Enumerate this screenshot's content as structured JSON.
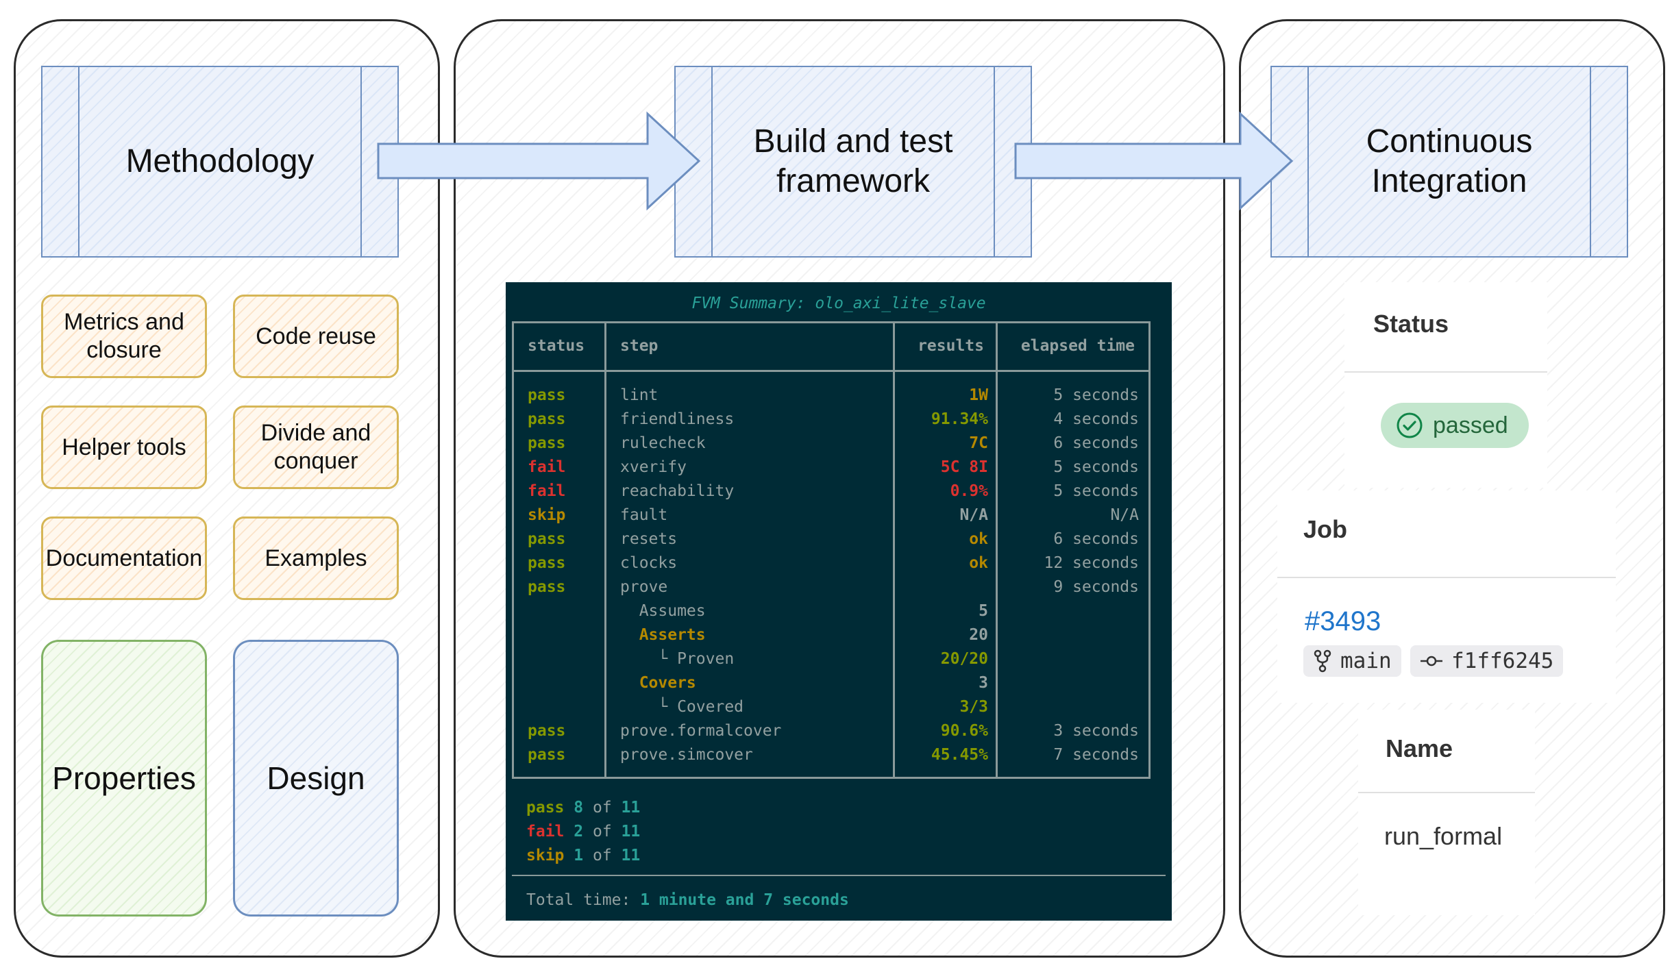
{
  "stages": {
    "methodology": "Methodology",
    "build": "Build and test framework",
    "ci": "Continuous Integration"
  },
  "methodology_items": {
    "metrics": "Metrics and closure",
    "reuse": "Code reuse",
    "helper": "Helper tools",
    "divide": "Divide and conquer",
    "docs": "Documentation",
    "examples": "Examples",
    "properties": "Properties",
    "design": "Design"
  },
  "terminal": {
    "title": "FVM Summary: olo_axi_lite_slave",
    "headers": {
      "status": "status",
      "step": "step",
      "results": "results",
      "elapsed": "elapsed time"
    },
    "rows": [
      {
        "status": "pass",
        "step": "lint",
        "result": "1W",
        "result_color": "skip",
        "time": "5 seconds"
      },
      {
        "status": "pass",
        "step": "friendliness",
        "result": "91.34%",
        "result_color": "pass",
        "time": "4 seconds"
      },
      {
        "status": "pass",
        "step": "rulecheck",
        "result": "7C",
        "result_color": "skip",
        "time": "6 seconds"
      },
      {
        "status": "fail",
        "step": "xverify",
        "result": "5C 8I",
        "result_color": "fail",
        "time": "5 seconds"
      },
      {
        "status": "fail",
        "step": "reachability",
        "result": "0.9%",
        "result_color": "fail",
        "time": "5 seconds"
      },
      {
        "status": "skip",
        "step": "fault",
        "result": "N/A",
        "result_color": "plain",
        "time": "N/A"
      },
      {
        "status": "pass",
        "step": "resets",
        "result": "ok",
        "result_color": "skip",
        "time": "6 seconds"
      },
      {
        "status": "pass",
        "step": "clocks",
        "result": "ok",
        "result_color": "skip",
        "time": "12 seconds"
      },
      {
        "status": "pass",
        "step": "prove",
        "result": "",
        "result_color": "plain",
        "time": "9 seconds"
      },
      {
        "status": "",
        "step": "  Assumes",
        "result": "5",
        "result_color": "plain",
        "time": ""
      },
      {
        "status": "",
        "step": "  Asserts",
        "step_color": "skip",
        "result": "20",
        "result_color": "plain",
        "time": ""
      },
      {
        "status": "",
        "step": "    └ Proven",
        "result": "20/20",
        "result_color": "pass",
        "time": ""
      },
      {
        "status": "",
        "step": "  Covers",
        "step_color": "skip",
        "result": "3",
        "result_color": "plain",
        "time": ""
      },
      {
        "status": "",
        "step": "    └ Covered",
        "result": "3/3",
        "result_color": "pass",
        "time": ""
      },
      {
        "status": "pass",
        "step": "prove.formalcover",
        "result": "90.6%",
        "result_color": "pass",
        "time": "3 seconds"
      },
      {
        "status": "pass",
        "step": "prove.simcover",
        "result": "45.45%",
        "result_color": "pass",
        "time": "7 seconds"
      }
    ],
    "summary": [
      {
        "label": "pass",
        "count": "8",
        "of": "of",
        "total": "11"
      },
      {
        "label": "fail",
        "count": "2",
        "of": "of",
        "total": "11"
      },
      {
        "label": "skip",
        "count": "1",
        "of": "of",
        "total": "11"
      }
    ],
    "total_label": "Total time:",
    "total_value": "1 minute and 7 seconds"
  },
  "ci": {
    "status_header": "Status",
    "status_badge": "passed",
    "job_header": "Job",
    "job_id": "#3493",
    "branch": "main",
    "commit": "f1ff6245",
    "name_header": "Name",
    "name_value": "run_formal"
  },
  "colors": {
    "stage_border": "#6c8ebf",
    "yellow_border": "#d6b656",
    "green_border": "#82b366",
    "terminal_bg": "#002b36",
    "pass": "#859900",
    "fail": "#dc322f",
    "skip": "#b58900",
    "link": "#1f75cb",
    "badge_bg": "#c3e6cd"
  }
}
